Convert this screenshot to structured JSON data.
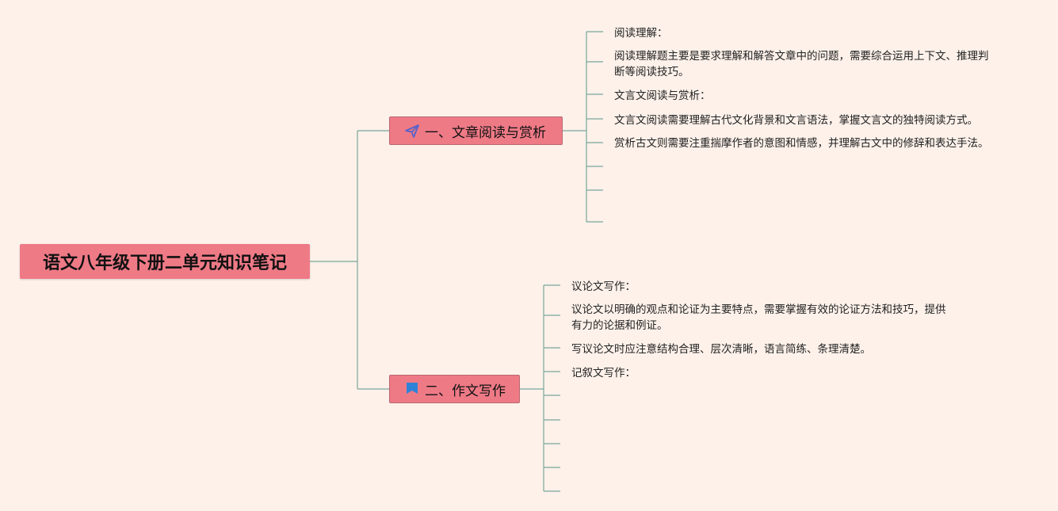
{
  "mindmap": {
    "root": {
      "label": "语文八年级下册二单元知识笔记"
    },
    "branches": [
      {
        "label": "一、文章阅读与赏析",
        "icon": "paper-plane-icon",
        "leaves": [
          {
            "text": "阅读理解："
          },
          {
            "line1": "阅读理解题主要是要求理解和解答文章中的问题，需要综合运用上下文、推理判",
            "line2": "断等阅读技巧。"
          },
          {
            "text": "文言文阅读与赏析："
          },
          {
            "text": "文言文阅读需要理解古代文化背景和文言语法，掌握文言文的独特阅读方式。"
          },
          {
            "text": "赏析古文则需要注重揣摩作者的意图和情感，并理解古文中的修辞和表达手法。"
          }
        ]
      },
      {
        "label": "二、作文写作",
        "icon": "flag-icon",
        "leaves": [
          {
            "text": "议论文写作："
          },
          {
            "line1": "议论文以明确的观点和论证为主要特点，需要掌握有效的论证方法和技巧，提供",
            "line2": "有力的论据和例证。"
          },
          {
            "text": "写议论文时应注意结构合理、层次清晰，语言简练、条理清楚。"
          },
          {
            "text": "记叙文写作："
          }
        ]
      }
    ]
  },
  "colors": {
    "background": "#fdf1ea",
    "node_fill": "#ee7a86",
    "connector": "#7aa79a",
    "plane_icon": "#5a62c8",
    "flag_icon": "#2f83d6"
  }
}
